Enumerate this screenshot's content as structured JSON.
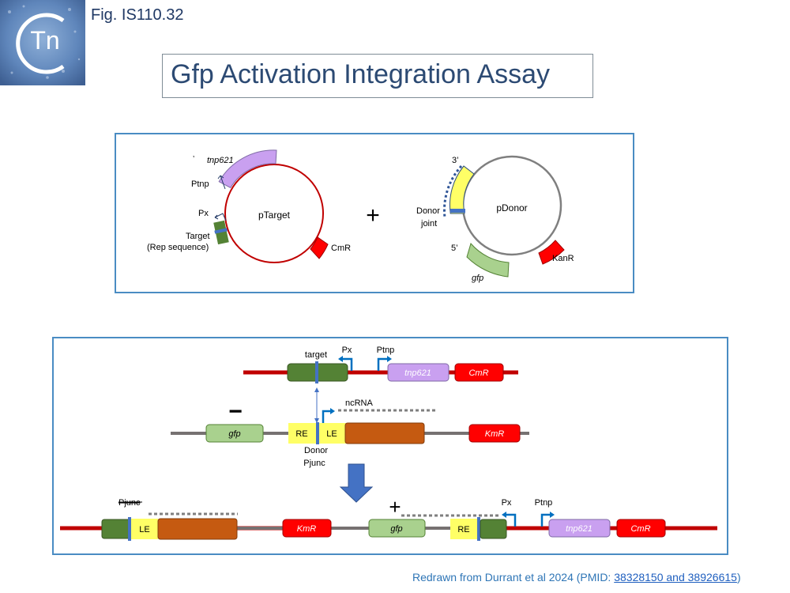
{
  "header": {
    "fig_label": "Fig. IS110.32",
    "logo_text": "Tn",
    "title": "Gfp Activation Integration Assay"
  },
  "plasmids": {
    "ptarget": {
      "name": "pTarget",
      "tnp_label": "tnp621",
      "ptnp_label": "Ptnp",
      "px_label": "Px",
      "target_label": "Target",
      "rep_label": "(Rep sequence)",
      "cmr_label": "CmR",
      "colors": {
        "backbone": "#c00000",
        "tnp": "#c9a0f0",
        "cmr": "#ff0000",
        "target": "#548235",
        "target_core": "#4472c4"
      }
    },
    "plus": "+",
    "pdonor": {
      "name": "pDonor",
      "label_3": "3’",
      "label_5": "5’",
      "donor_label": "Donor",
      "joint_label": "joint",
      "gfp_label": "gfp",
      "kanr_label": "KanR",
      "colors": {
        "backbone": "#7f7f7f",
        "ends": "#ffff66",
        "gfp": "#a9d18e",
        "kanr": "#ff0000",
        "joint": "#4472c4"
      }
    }
  },
  "schematic": {
    "top_row": {
      "target_label": "target",
      "px_label": "Px",
      "ptnp_label": "Ptnp",
      "tnp621": "tnp621",
      "cmr": "CmR"
    },
    "minus": "−",
    "middle_row": {
      "ncrna_label": "ncRNA",
      "gfp": "gfp",
      "re": "RE",
      "le": "LE",
      "kmr": "KmR",
      "donor_label": "Donor",
      "pjunc_label": "Pjunc"
    },
    "plus": "+",
    "bottom_row": {
      "pjunc_label": "Pjunc",
      "le": "LE",
      "kmr": "KmR",
      "gfp": "gfp",
      "re": "RE",
      "px_label": "Px",
      "ptnp_label": "Ptnp",
      "tnp621": "tnp621",
      "cmr": "CmR"
    },
    "colors": {
      "red_dna": "#c00000",
      "grey_dna": "#767171",
      "green": "#548235",
      "blue": "#4472c4",
      "purple": "#c9a0f0",
      "red": "#ff0000",
      "yellow": "#ffff66",
      "orange": "#c55a11",
      "light_green": "#a9d18e",
      "arrow": "#0070c0"
    }
  },
  "footer": {
    "prefix": "Redrawn from Durrant et al 2024 (PMID: ",
    "link_text": "38328150 and 38926615",
    "suffix": ")"
  }
}
